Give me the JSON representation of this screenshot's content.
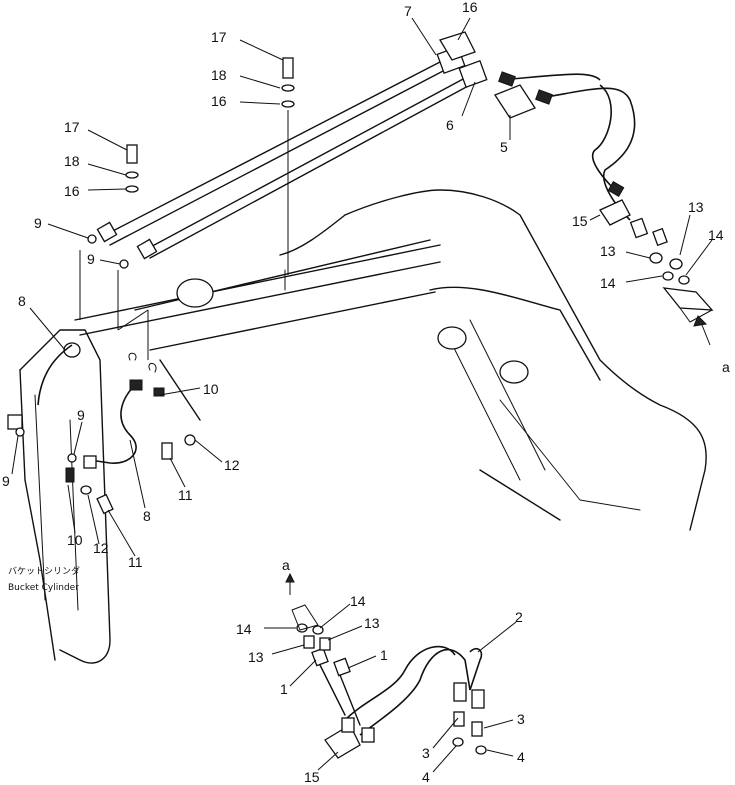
{
  "callouts": [
    {
      "id": "c7",
      "text": "7"
    },
    {
      "id": "c16a",
      "text": "16"
    },
    {
      "id": "c17a",
      "text": "17"
    },
    {
      "id": "c18a",
      "text": "18"
    },
    {
      "id": "c16b",
      "text": "16"
    },
    {
      "id": "c6",
      "text": "6"
    },
    {
      "id": "c5",
      "text": "5"
    },
    {
      "id": "c17b",
      "text": "17"
    },
    {
      "id": "c18b",
      "text": "18"
    },
    {
      "id": "c16c",
      "text": "16"
    },
    {
      "id": "c9a",
      "text": "9"
    },
    {
      "id": "c9b",
      "text": "9"
    },
    {
      "id": "c8a",
      "text": "8"
    },
    {
      "id": "c10a",
      "text": "10"
    },
    {
      "id": "c9c",
      "text": "9"
    },
    {
      "id": "c9d",
      "text": "9"
    },
    {
      "id": "c12a",
      "text": "12"
    },
    {
      "id": "c11a",
      "text": "11"
    },
    {
      "id": "c8b",
      "text": "8"
    },
    {
      "id": "c10b",
      "text": "10"
    },
    {
      "id": "c12b",
      "text": "12"
    },
    {
      "id": "c11b",
      "text": "11"
    },
    {
      "id": "c15a",
      "text": "15"
    },
    {
      "id": "c13a",
      "text": "13"
    },
    {
      "id": "c14a",
      "text": "14"
    },
    {
      "id": "c13b",
      "text": "13"
    },
    {
      "id": "c14b",
      "text": "14"
    },
    {
      "id": "ca1",
      "text": "a"
    },
    {
      "id": "ca2",
      "text": "a"
    },
    {
      "id": "c14c",
      "text": "14"
    },
    {
      "id": "c14d",
      "text": "14"
    },
    {
      "id": "c13c",
      "text": "13"
    },
    {
      "id": "c13d",
      "text": "13"
    },
    {
      "id": "c1a",
      "text": "1"
    },
    {
      "id": "c1b",
      "text": "1"
    },
    {
      "id": "c2",
      "text": "2"
    },
    {
      "id": "c3a",
      "text": "3"
    },
    {
      "id": "c3b",
      "text": "3"
    },
    {
      "id": "c4a",
      "text": "4"
    },
    {
      "id": "c4b",
      "text": "4"
    },
    {
      "id": "c15b",
      "text": "15"
    }
  ],
  "labels": {
    "bucket_cylinder_jp": "バケットシリンダ",
    "bucket_cylinder_en": "Bucket Cylinder"
  }
}
